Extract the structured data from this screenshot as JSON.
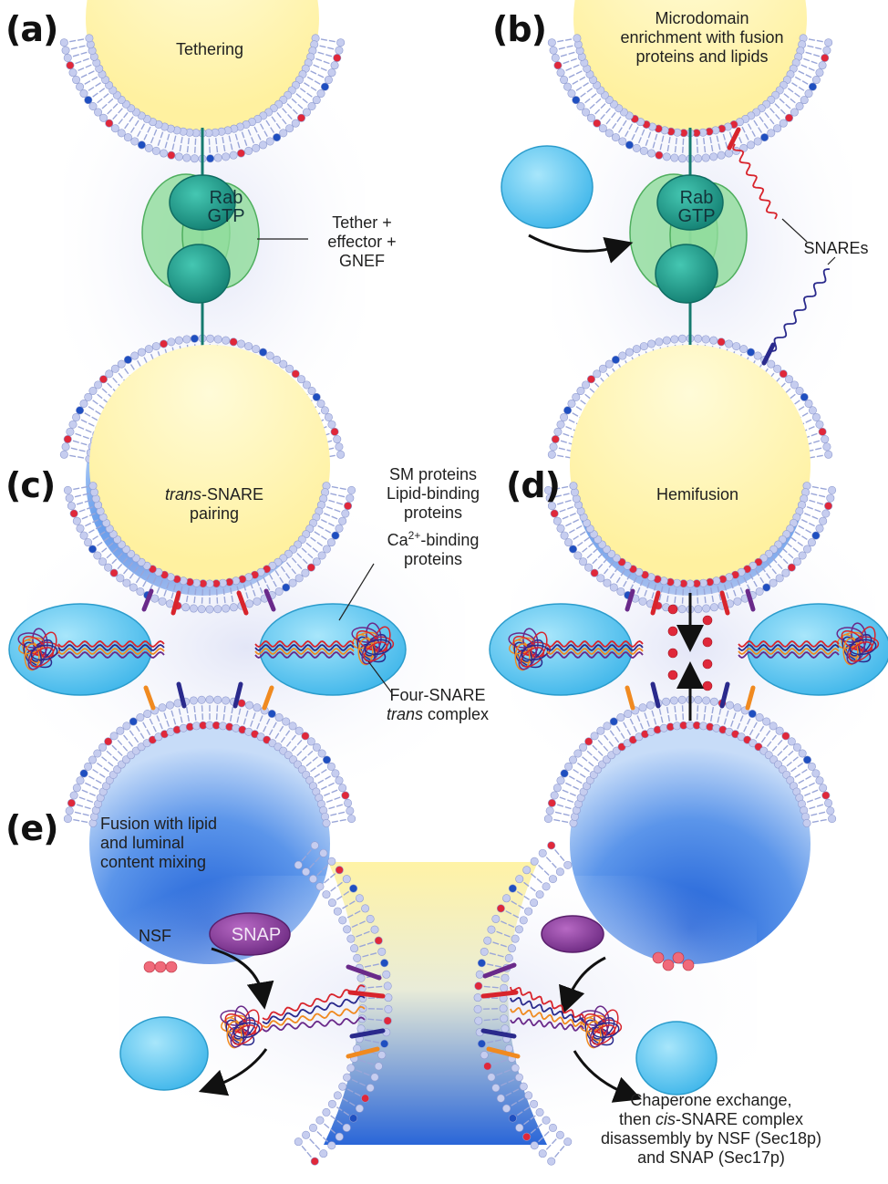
{
  "panels": {
    "a": {
      "letter": "(a)",
      "title": "Tethering",
      "rab": "Rab",
      "gtp": "GTP",
      "tether_label": "Tether +\neffector +\nGNEF"
    },
    "b": {
      "letter": "(b)",
      "title": "Microdomain\nenrichment with fusion\nproteins and lipids",
      "rab": "Rab",
      "gtp": "GTP",
      "snares_label": "SNAREs"
    },
    "c": {
      "letter": "(c)",
      "title_italic": "trans",
      "title_rest": "-SNARE\npairing",
      "sm_label": "SM proteins\nLipid-binding\nproteins",
      "ca_label_prefix": "Ca",
      "ca_sup": "2+",
      "ca_label_suffix": "-binding\nproteins",
      "four_snare_line1": "Four-SNARE",
      "four_snare_italic": "trans",
      "four_snare_rest": " complex"
    },
    "d": {
      "letter": "(d)",
      "title": "Hemifusion"
    },
    "e": {
      "letter": "(e)",
      "title": "Fusion with lipid\nand luminal\ncontent mixing",
      "nsf": "NSF",
      "snap": "SNAP",
      "chaperone_line1": "Chaperone exchange,",
      "chaperone_line2_pre": "then ",
      "chaperone_line2_italic": "cis",
      "chaperone_line2_post": "-SNARE complex",
      "chaperone_line3": "disassembly by NSF (Sec18p)",
      "chaperone_line4": "and SNAP (Sec17p)"
    }
  },
  "colors": {
    "yellow_lumen": "#fff6a8",
    "blue_lumen": "#3f7fe0",
    "membrane_head": "#b8c3e8",
    "lipid_red": "#e0283a",
    "lipid_blue": "#1f4fc0",
    "rab_teal": "#1e9c8c",
    "tether_green": "#8fdc9a",
    "cyan_protein": "#5ec8f0",
    "snap_purple": "#8a3c9a",
    "snare_red": "#d8242c",
    "snare_navy": "#2a2a8c",
    "snare_orange": "#f08a20",
    "snare_purple": "#6a2a8a"
  }
}
